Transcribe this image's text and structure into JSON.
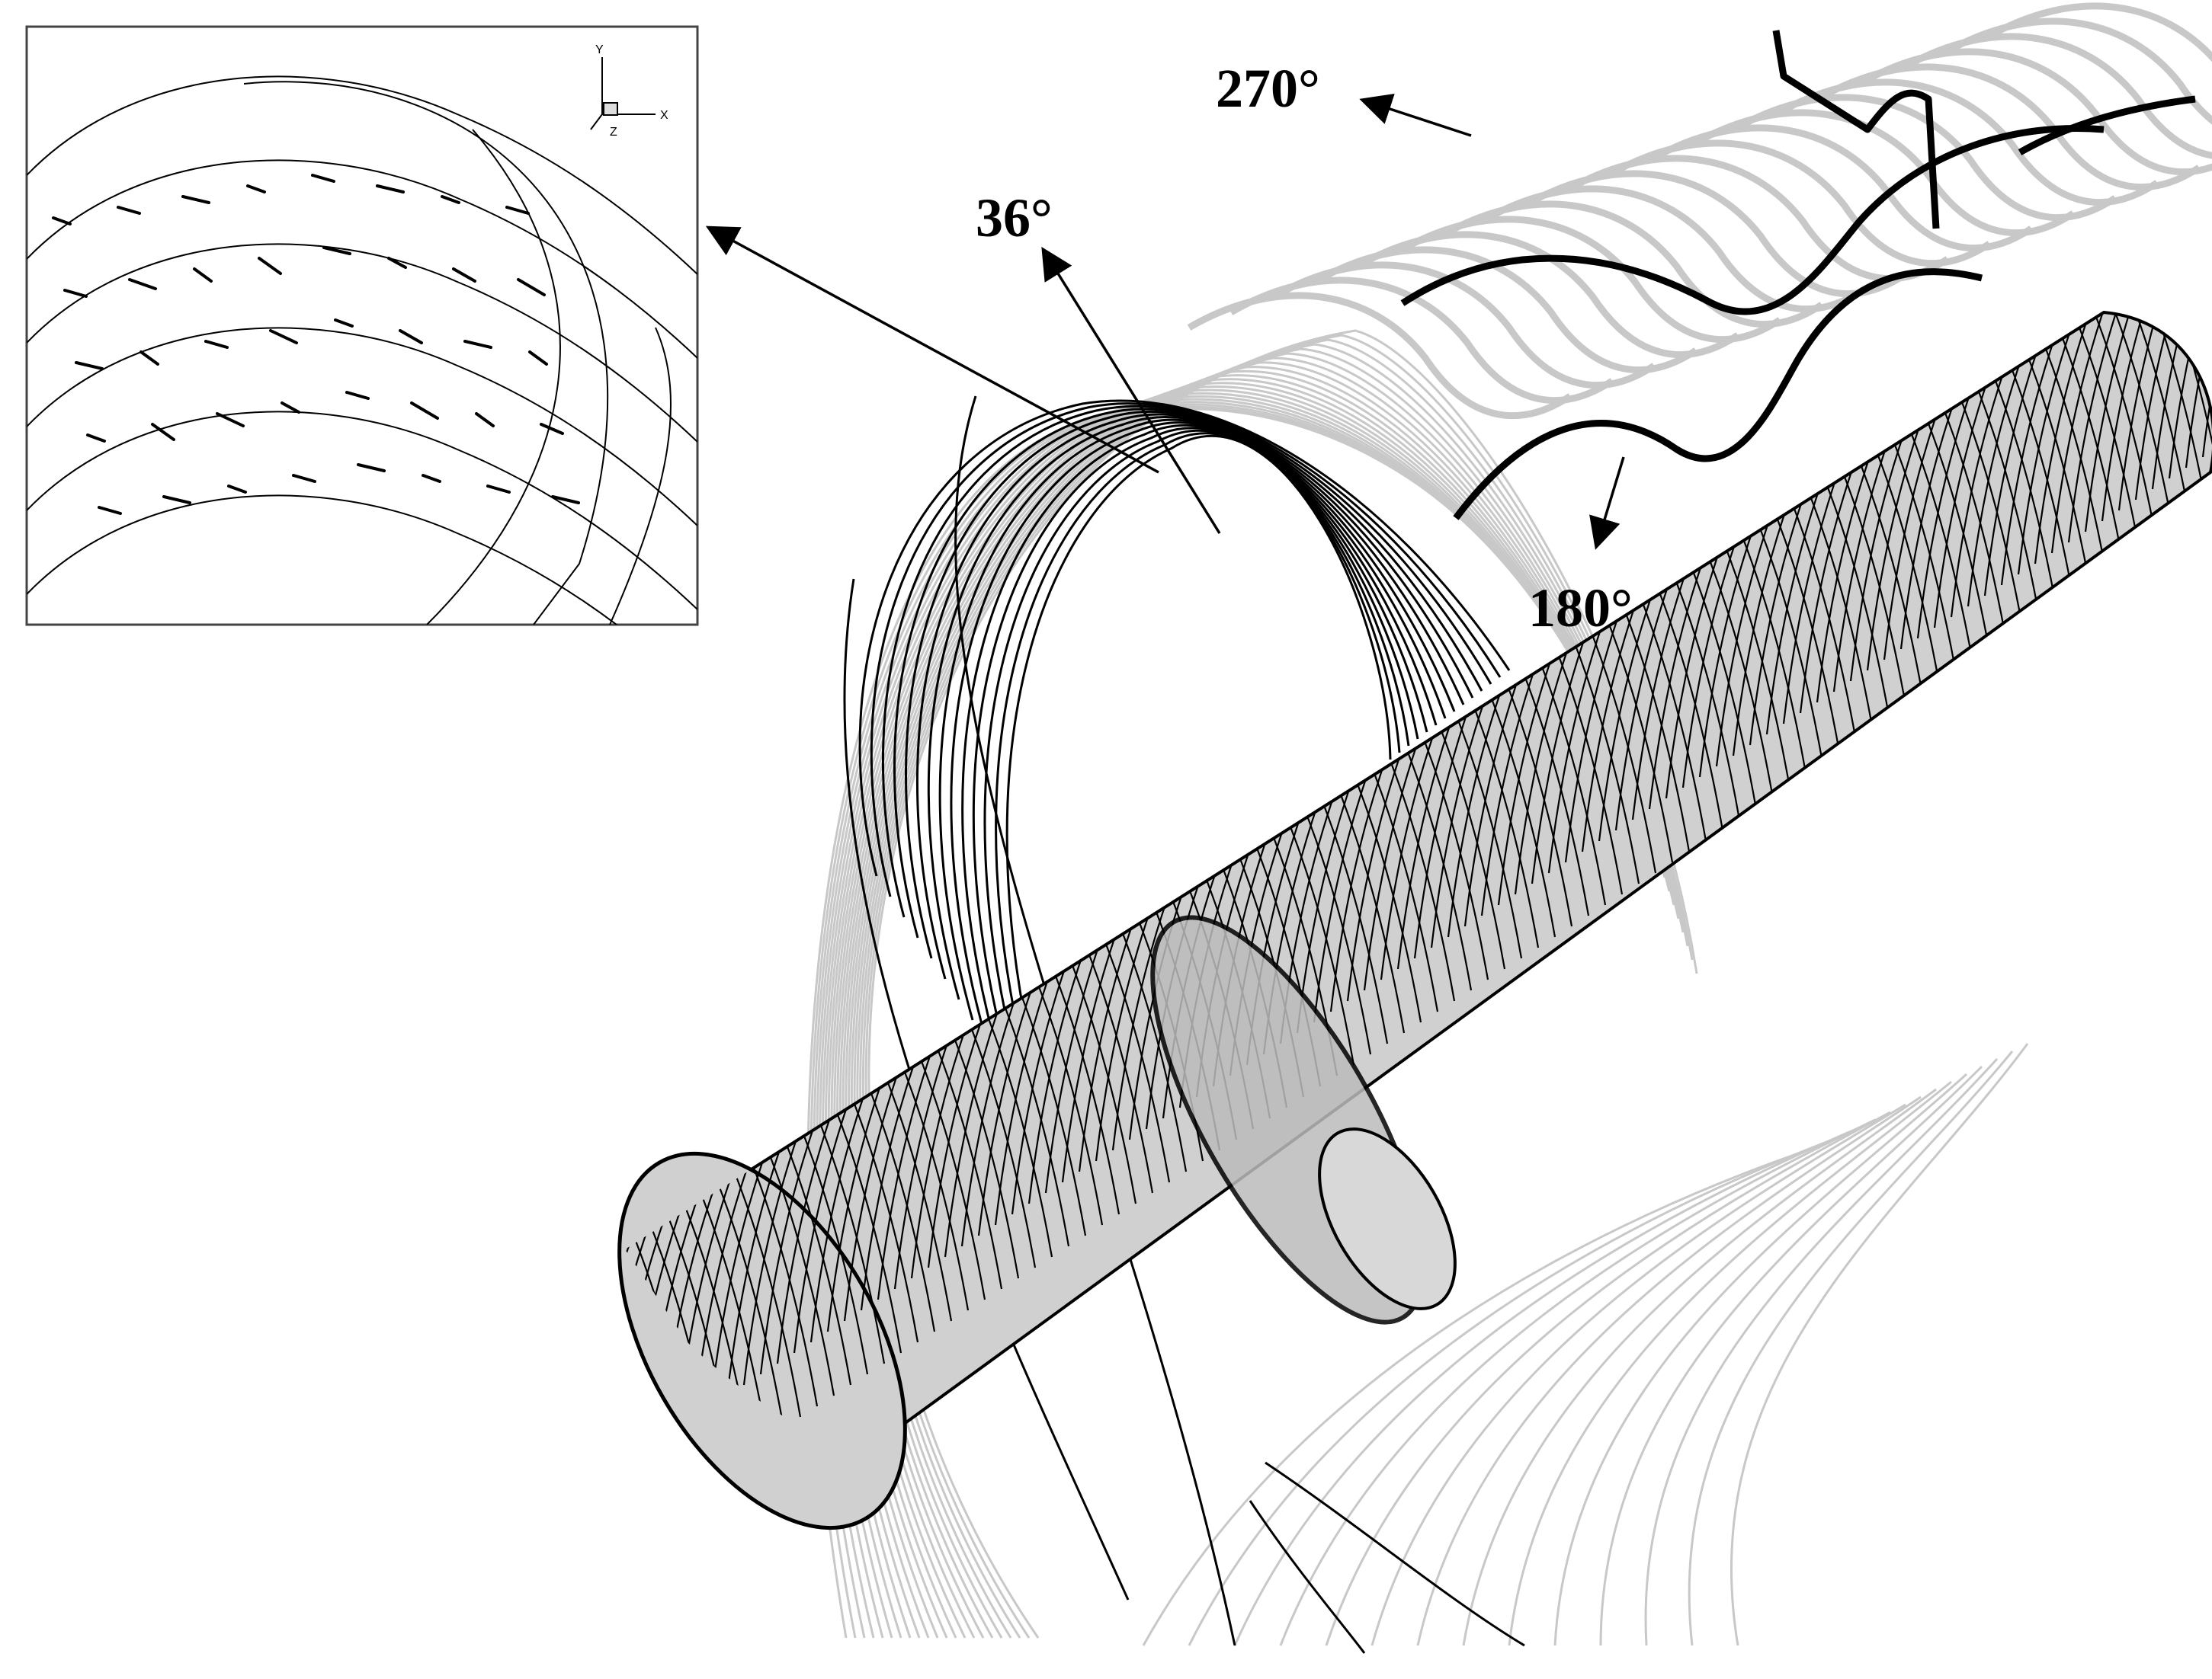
{
  "figure": {
    "angle_labels": [
      "270°",
      "36°",
      "180°"
    ],
    "inset_axis": {
      "y": "Y",
      "x": "X",
      "z": "Z"
    },
    "colors": {
      "background": "#ffffff",
      "line_dark": "#000000",
      "line_light": "#c8c8c8",
      "cylinder_fill": "#d0d0d0"
    }
  }
}
